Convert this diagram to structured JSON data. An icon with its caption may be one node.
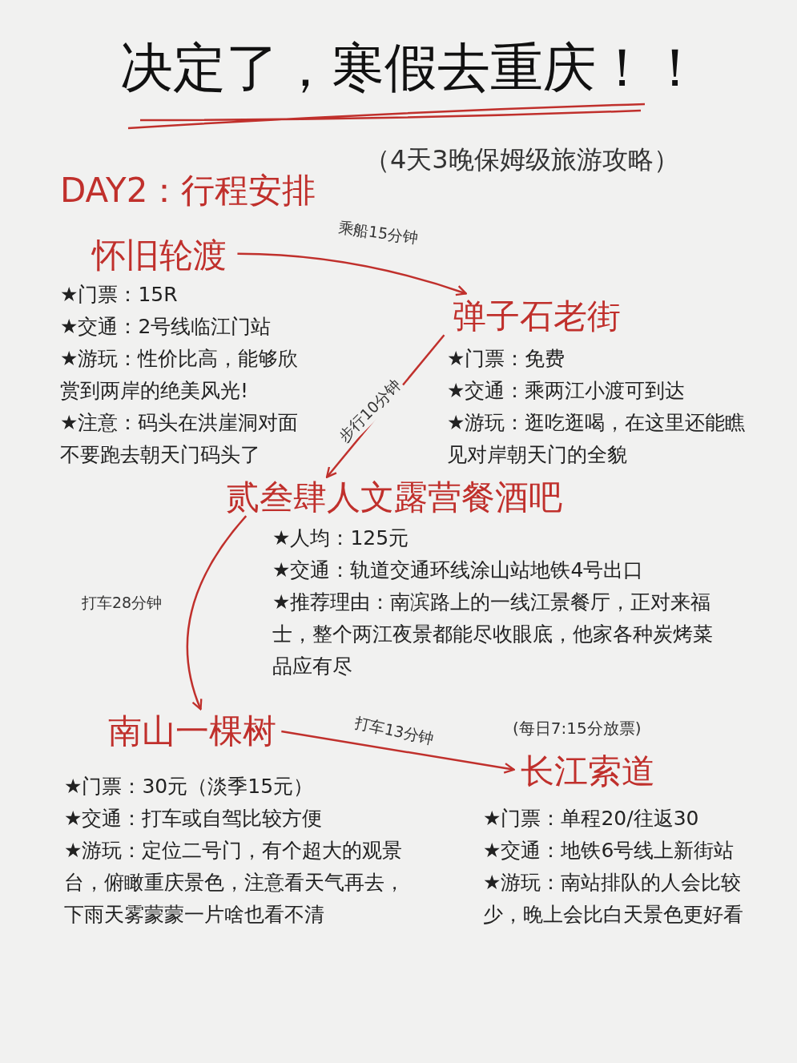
{
  "diagram": {
    "title": "决定了，寒假去重庆！！",
    "nodes": [
      {
        "text": [
          "怀旧轮渡"
        ],
        "beside": [
          "★门票：15R",
          "★交通：2号线临江门站",
          "★游玩：性价比高，能够欣赏到两岸的绝美风光!",
          "★注意：码头在洪崖洞对面不要跑去朝天门码头了"
        ]
      },
      {
        "text": [
          "弹子石老街"
        ],
        "beside": [
          "★门票：免费",
          "★交通：乘两江小渡可到达",
          "★游玩：逛吃逛喝，在这里还能瞧见对岸朝天门的全貌"
        ]
      },
      {
        "text": [
          "贰叁肆人文露营餐酒吧"
        ],
        "beside": [
          "★人均：125元",
          "★交通：轨道交通环线涂山站地铁4号出口",
          "★推荐理由：南滨路上的一线江景餐厅，正对来福士，整个两江夜景都能尽收眼底，他家各种炭烤菜品应有尽"
        ]
      },
      {
        "text": [
          "南山一棵树"
        ],
        "beside": [
          "★门票：30元（淡季15元）",
          "★交通：打车或自驾比较方便",
          "★游玩：定位二号门，有个超大的观景台，俯瞰重庆景色，注意看天气再去，下雨天雾蒙蒙一片啥也看不清"
        ]
      },
      {
        "text": [
          "长江索道"
        ],
        "beside": [
          "(每日7:15分放票)",
          "★门票：单程20/往返30",
          "★交通：地铁6号线上新街站",
          "★游玩：南站排队的人会比较少，晚上会比白天景色更好看"
        ]
      }
    ],
    "edges": [
      {
        "from": 0,
        "to": 1,
        "arrow": "to",
        "label": "乘船15分钟"
      },
      {
        "from": 1,
        "to": 2,
        "arrow": "to",
        "label": "步行10分钟"
      },
      {
        "from": 2,
        "to": 3,
        "arrow": "to",
        "label": "打车28分钟"
      },
      {
        "from": 3,
        "to": 4,
        "arrow": "to",
        "label": "打车13分钟"
      }
    ],
    "labels": [
      "（4天3晚保姆级旅游攻略）",
      "DAY2：行程安排"
    ]
  }
}
